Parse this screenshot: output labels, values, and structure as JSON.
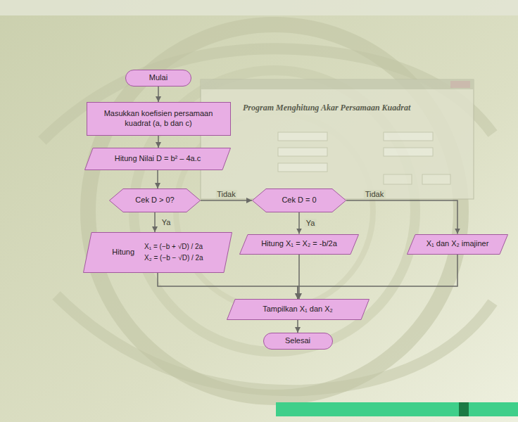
{
  "diagram": {
    "nodes": [
      {
        "text": [
          "Mulai"
        ]
      },
      {
        "text": [
          "Masukkan koefisien persamaan kuadrat (a, b dan c)"
        ]
      },
      {
        "text": [
          "Hitung Nilai D = b² – 4a.c"
        ]
      },
      {
        "text": [
          "Cek D > 0?"
        ]
      },
      {
        "text": [
          "Hitung",
          "X₁ = (−b + √D) / 2a",
          "X₂ = (−b − √D) / 2a"
        ]
      },
      {
        "text": [
          "Cek D = 0"
        ]
      },
      {
        "text": [
          "Hitung X₁ = X₂ = -b/2a"
        ]
      },
      {
        "text": [
          "X₁ dan X₂ imajiner"
        ]
      },
      {
        "text": [
          "Tampilkan X₁ dan X₂"
        ]
      },
      {
        "text": [
          "Selesai"
        ]
      }
    ],
    "edges": [
      {
        "from": 0,
        "to": 1,
        "arrow": "to"
      },
      {
        "from": 1,
        "to": 2,
        "arrow": "to"
      },
      {
        "from": 2,
        "to": 3,
        "arrow": "to"
      },
      {
        "from": 3,
        "to": 4,
        "label": "Ya",
        "arrow": "to"
      },
      {
        "from": 3,
        "to": 5,
        "label": "Tidak",
        "arrow": "to"
      },
      {
        "from": 5,
        "to": 6,
        "label": "Ya",
        "arrow": "to"
      },
      {
        "from": 5,
        "to": 7,
        "label": "Tidak",
        "arrow": "to"
      },
      {
        "from": 4,
        "to": 8,
        "arrow": "to"
      },
      {
        "from": 6,
        "to": 8,
        "arrow": "to"
      },
      {
        "from": 7,
        "to": 8,
        "arrow": "to"
      },
      {
        "from": 8,
        "to": 9,
        "arrow": "to"
      }
    ],
    "labels": [
      "Program Menghitung Akar Persamaan Kuadrat"
    ]
  }
}
